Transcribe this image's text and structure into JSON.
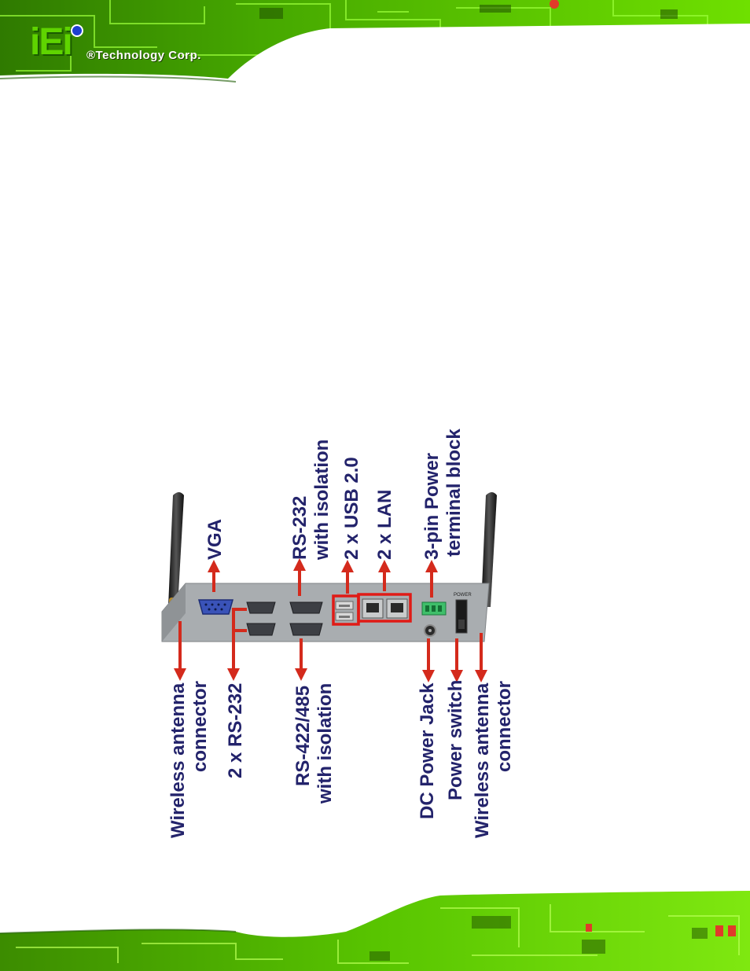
{
  "header": {
    "logo_mark": "iEi",
    "company": "®Technology Corp."
  },
  "figure": {
    "labels_top": {
      "vga": "VGA",
      "rs232_line1": "RS-232",
      "rs232_line2": "with isolation",
      "usb": "2 x USB 2.0",
      "lan": "2 x LAN",
      "power_block_line1": "3-pin Power",
      "power_block_line2": "terminal block"
    },
    "labels_bottom": {
      "antenna_left_line1": "Wireless antenna",
      "antenna_left_line2": "connector",
      "rs232x2": "2 x RS-232",
      "rs422_line1": "RS-422/485",
      "rs422_line2": "with isolation",
      "dc_jack": "DC Power Jack",
      "power_switch": "Power switch",
      "antenna_right_line1": "Wireless antenna",
      "antenna_right_line2": "connector"
    },
    "panel_text": {
      "power": "POWER"
    },
    "colors": {
      "label": "#23236b",
      "arrow": "#d42a1c",
      "panel": "#a9adb0",
      "brand_green": "#5fd400"
    }
  }
}
